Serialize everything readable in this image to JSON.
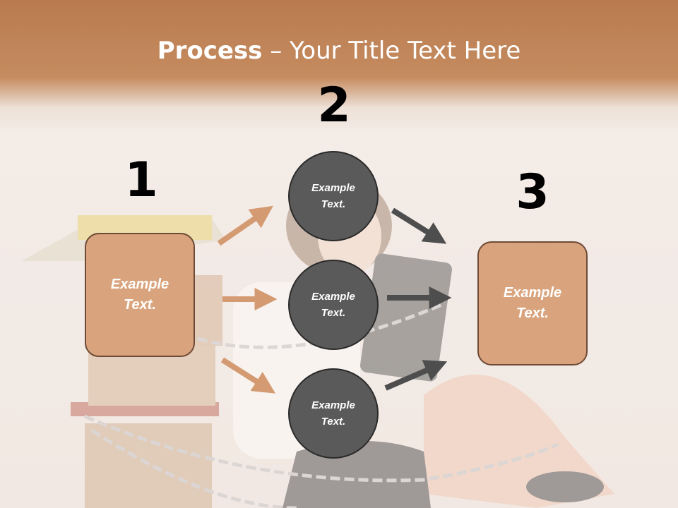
{
  "title": {
    "bold": "Process",
    "rest": " – Your Title Text Here"
  },
  "steps": [
    {
      "number": "1",
      "label_line1": "Example",
      "label_line2": "Text."
    },
    {
      "number": "2",
      "circles": [
        {
          "label_line1": "Example",
          "label_line2": "Text."
        },
        {
          "label_line1": "Example",
          "label_line2": "Text."
        },
        {
          "label_line1": "Example",
          "label_line2": "Text."
        }
      ]
    },
    {
      "number": "3",
      "label_line1": "Example",
      "label_line2": "Text."
    }
  ],
  "colors": {
    "title_band": "#c58c60",
    "box_fill": "#d9a47d",
    "box_border": "#6e4a36",
    "circle_fill": "#5a5a5a",
    "arrow_left": "#d49a72",
    "arrow_right": "#4e4e4e"
  }
}
